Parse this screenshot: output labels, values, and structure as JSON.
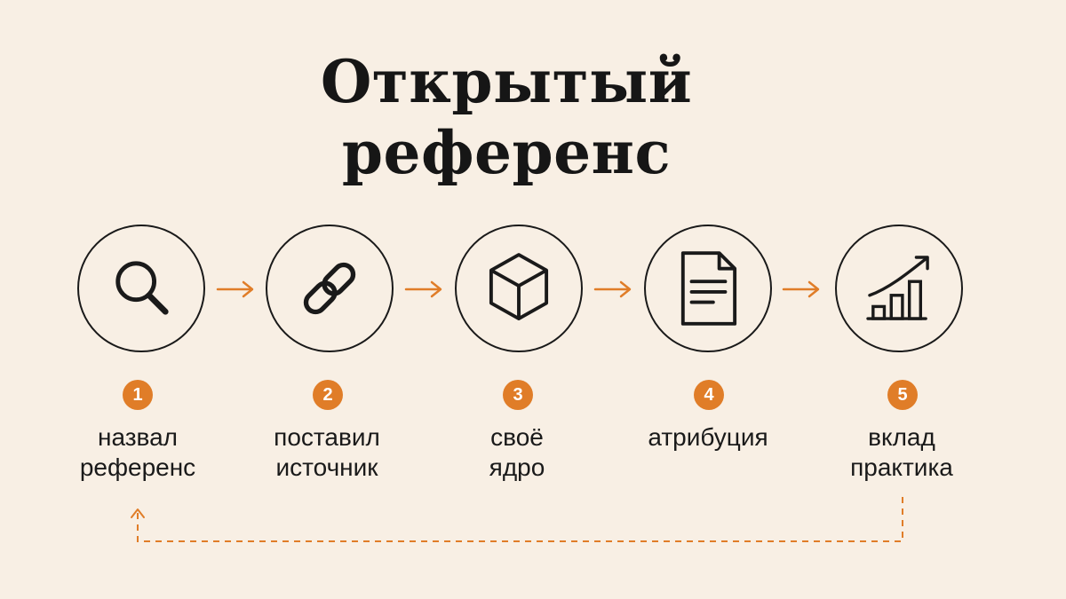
{
  "title": {
    "line1": "Открытый",
    "line2": "референс"
  },
  "steps": [
    {
      "number": "1",
      "icon": "search-icon",
      "label_line1": "назвал",
      "label_line2": "референс"
    },
    {
      "number": "2",
      "icon": "link-icon",
      "label_line1": "поставил",
      "label_line2": "источник"
    },
    {
      "number": "3",
      "icon": "cube-icon",
      "label_line1": "своё",
      "label_line2": "ядро"
    },
    {
      "number": "4",
      "icon": "document-icon",
      "label_line1": "атрибуция",
      "label_line2": ""
    },
    {
      "number": "5",
      "icon": "growth-chart-icon",
      "label_line1": "вклад",
      "label_line2": "практика"
    }
  ],
  "colors": {
    "background": "#f8efe4",
    "accent": "#e07d28",
    "ink": "#1a1a1a"
  }
}
